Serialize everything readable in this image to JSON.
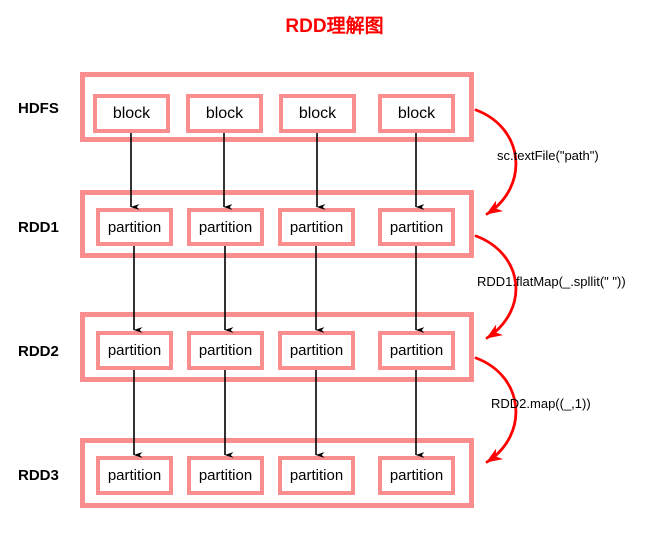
{
  "title": "RDD理解图",
  "theme": {
    "title_color": "#ff0000",
    "box_border_color": "#fa8e8e",
    "arrow_color": "#ff0000",
    "flow_arrow_color": "#000000",
    "background": "#ffffff",
    "text_color": "#000000"
  },
  "layers": [
    {
      "id": "hdfs",
      "label": "HDFS",
      "cell_label": "block",
      "cells": [
        "block",
        "block",
        "block",
        "block"
      ]
    },
    {
      "id": "rdd1",
      "label": "RDD1",
      "cell_label": "partition",
      "cells": [
        "partition",
        "partition",
        "partition",
        "partition"
      ]
    },
    {
      "id": "rdd2",
      "label": "RDD2",
      "cell_label": "partition",
      "cells": [
        "partition",
        "partition",
        "partition",
        "partition"
      ]
    },
    {
      "id": "rdd3",
      "label": "RDD3",
      "cell_label": "partition",
      "cells": [
        "partition",
        "partition",
        "partition",
        "partition"
      ]
    }
  ],
  "transitions": [
    {
      "id": "hdfs-to-rdd1",
      "caption": "sc.textFile(\"path\")",
      "from": "HDFS",
      "to": "RDD1"
    },
    {
      "id": "rdd1-to-rdd2",
      "caption": "RDD1.flatMap(_.spllit(\" \"))",
      "from": "RDD1",
      "to": "RDD2"
    },
    {
      "id": "rdd2-to-rdd3",
      "caption": "RDD2.map((_,1))",
      "from": "RDD2",
      "to": "RDD3"
    }
  ]
}
